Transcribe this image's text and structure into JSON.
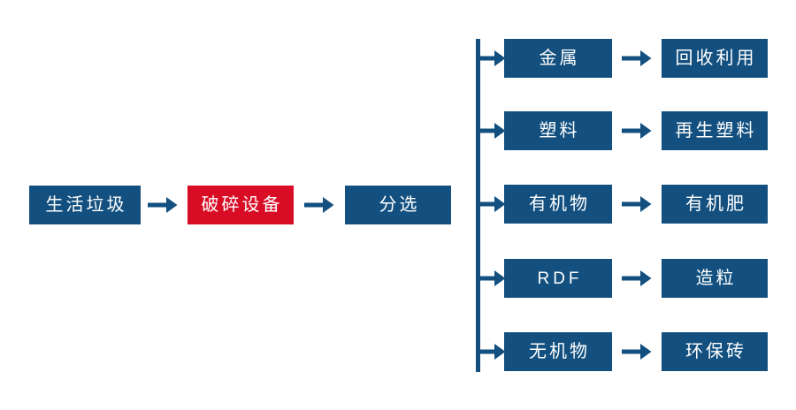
{
  "colors": {
    "primary_blue": "#13507f",
    "highlight_red": "#d80c24",
    "background": "#ffffff",
    "text_on_box": "#ffffff"
  },
  "diagram": {
    "type": "process-flowchart",
    "main_flow": {
      "nodes": [
        {
          "id": "waste",
          "label": "生活垃圾",
          "color": "#13507f"
        },
        {
          "id": "crusher",
          "label": "破碎设备",
          "color": "#d80c24"
        },
        {
          "id": "sorting",
          "label": "分选",
          "color": "#13507f"
        }
      ],
      "connectors": [
        {
          "id": "waste-to-crusher",
          "icon": "arrow-right-icon"
        },
        {
          "id": "crusher-to-sorting",
          "icon": "arrow-right-icon"
        }
      ]
    },
    "branches": {
      "split_from": "sorting",
      "connector_icon": "arrow-right-icon",
      "rows": [
        {
          "material": "金属",
          "product": "回收利用",
          "material_latin": false,
          "product_latin": false
        },
        {
          "material": "塑料",
          "product": "再生塑料",
          "material_latin": false,
          "product_latin": false
        },
        {
          "material": "有机物",
          "product": "有机肥",
          "material_latin": false,
          "product_latin": false
        },
        {
          "material": "RDF",
          "product": "造粒",
          "material_latin": true,
          "product_latin": false
        },
        {
          "material": "无机物",
          "product": "环保砖",
          "material_latin": false,
          "product_latin": false
        }
      ]
    }
  }
}
